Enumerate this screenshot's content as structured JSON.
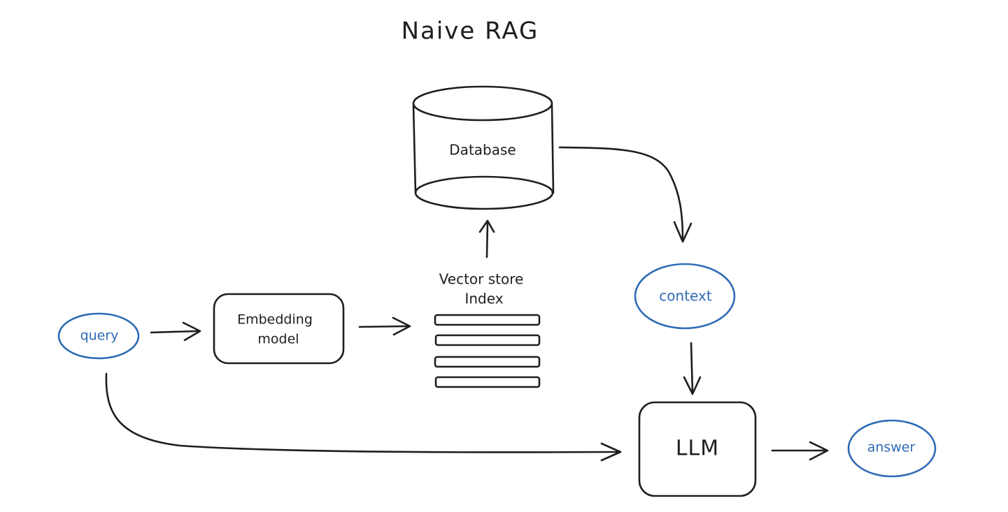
{
  "title": "Naive RAG",
  "nodes": {
    "database": "Database",
    "vector_store": [
      "Vector store",
      "Index"
    ],
    "embedding_model": [
      "Embedding",
      "model"
    ],
    "query": "query",
    "context": "context",
    "llm": "LLM",
    "answer": "answer"
  },
  "colors": {
    "ink": "#1e1e1e",
    "accent_blue": "#2f6bb5",
    "background": "#ffffff"
  }
}
